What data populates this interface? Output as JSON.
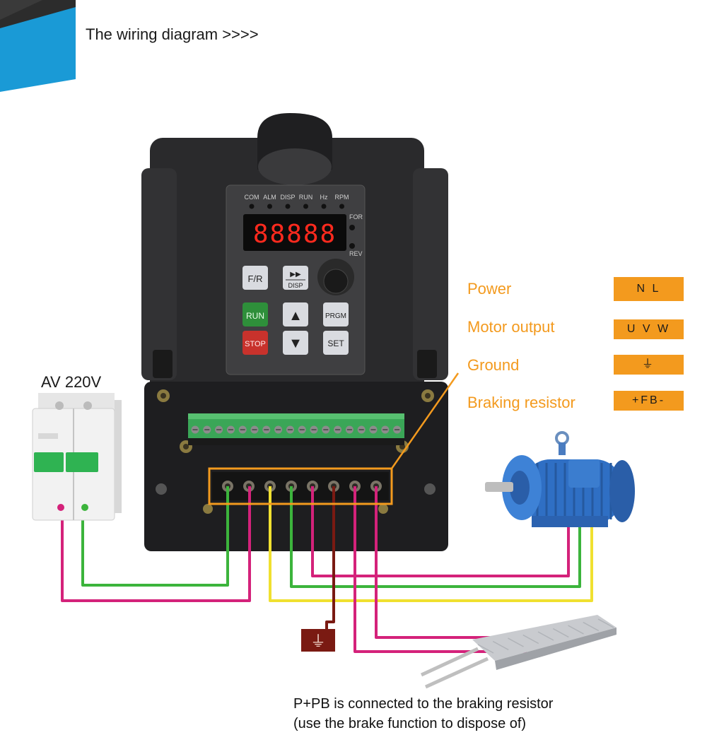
{
  "header": {
    "title": "The wiring diagram >>>>"
  },
  "breaker": {
    "label": "AV 220V"
  },
  "legend": [
    {
      "label": "Power",
      "code": "N L"
    },
    {
      "label": "Motor output",
      "code": "U V W"
    },
    {
      "label": "Ground",
      "code": "⏚"
    },
    {
      "label": "Braking resistor",
      "code": "+FB-"
    }
  ],
  "panel": {
    "indicators": [
      "COM",
      "ALM",
      "DISP",
      "RUN",
      "Hz",
      "RPM"
    ],
    "side_indicators": [
      "FOR",
      "REV"
    ],
    "display": "88888",
    "buttons": {
      "fr": "F/R",
      "disp_icon": "▶▶",
      "disp": "DISP",
      "run": "RUN",
      "up": "▲",
      "prgm": "PRGM",
      "stop": "STOP",
      "down": "▼",
      "set": "SET"
    }
  },
  "ground_symbol": "⏚",
  "note": {
    "line1": "P+PB is connected to the braking resistor",
    "line2": "(use the brake function to dispose of)"
  },
  "colors": {
    "accent": "#f39a1e",
    "header_blue": "#1a9ad6",
    "wire_green": "#3cb43c",
    "wire_magenta": "#d4227a",
    "wire_yellow": "#f0e030",
    "wire_brown": "#7a1a12",
    "motor_blue": "#2f6fc4"
  }
}
